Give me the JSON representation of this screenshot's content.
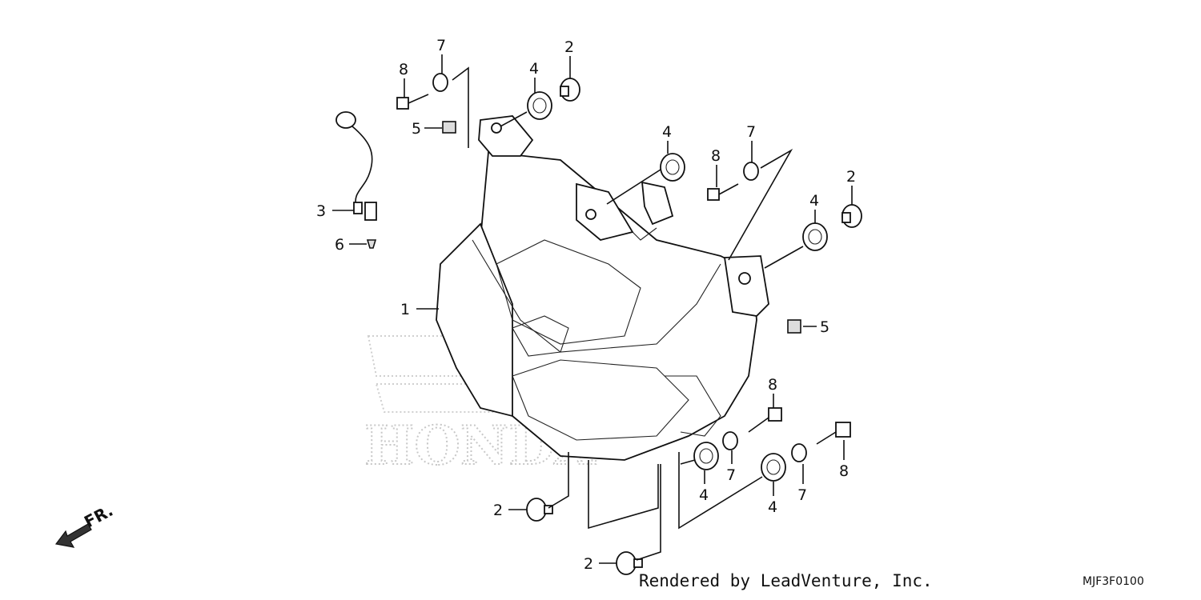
{
  "diagram": {
    "callouts": {
      "c1": "1",
      "c2a": "2",
      "c2b": "2",
      "c2c": "2",
      "c2d": "2",
      "c3": "3",
      "c4a": "4",
      "c4b": "4",
      "c4c": "4",
      "c4d": "4",
      "c4e": "4",
      "c5a": "5",
      "c5b": "5",
      "c6": "6",
      "c7a": "7",
      "c7b": "7",
      "c7c": "7",
      "c7d": "7",
      "c8a": "8",
      "c8b": "8",
      "c8c": "8",
      "c8d": "8"
    },
    "direction_label": "FR.",
    "watermark": "HONDA",
    "credit": "Rendered by LeadVenture, Inc.",
    "diagram_code": "MJF3F0100"
  }
}
